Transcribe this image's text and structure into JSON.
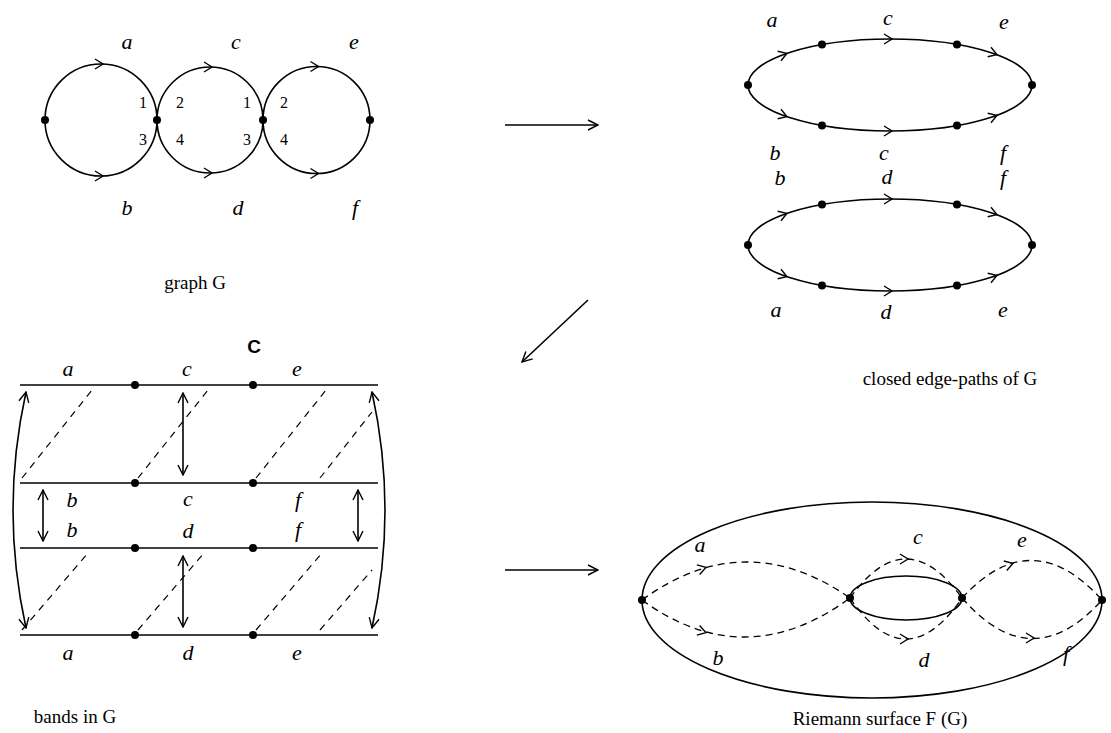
{
  "diagram": {
    "labels": [
      "a",
      "c",
      "e",
      "1",
      "2",
      "1",
      "2",
      "3",
      "4",
      "3",
      "4",
      "b",
      "d",
      "f",
      "graph G",
      "a",
      "c",
      "e",
      "b",
      "c",
      "f",
      "b",
      "d",
      "f",
      "a",
      "d",
      "e",
      "closed edge-paths of G",
      "C",
      "a",
      "c",
      "e",
      "b",
      "c",
      "f",
      "b",
      "d",
      "f",
      "a",
      "d",
      "e",
      "bands in G",
      "a",
      "c",
      "e",
      "b",
      "d",
      "f",
      "Riemann surface F (G)"
    ]
  }
}
